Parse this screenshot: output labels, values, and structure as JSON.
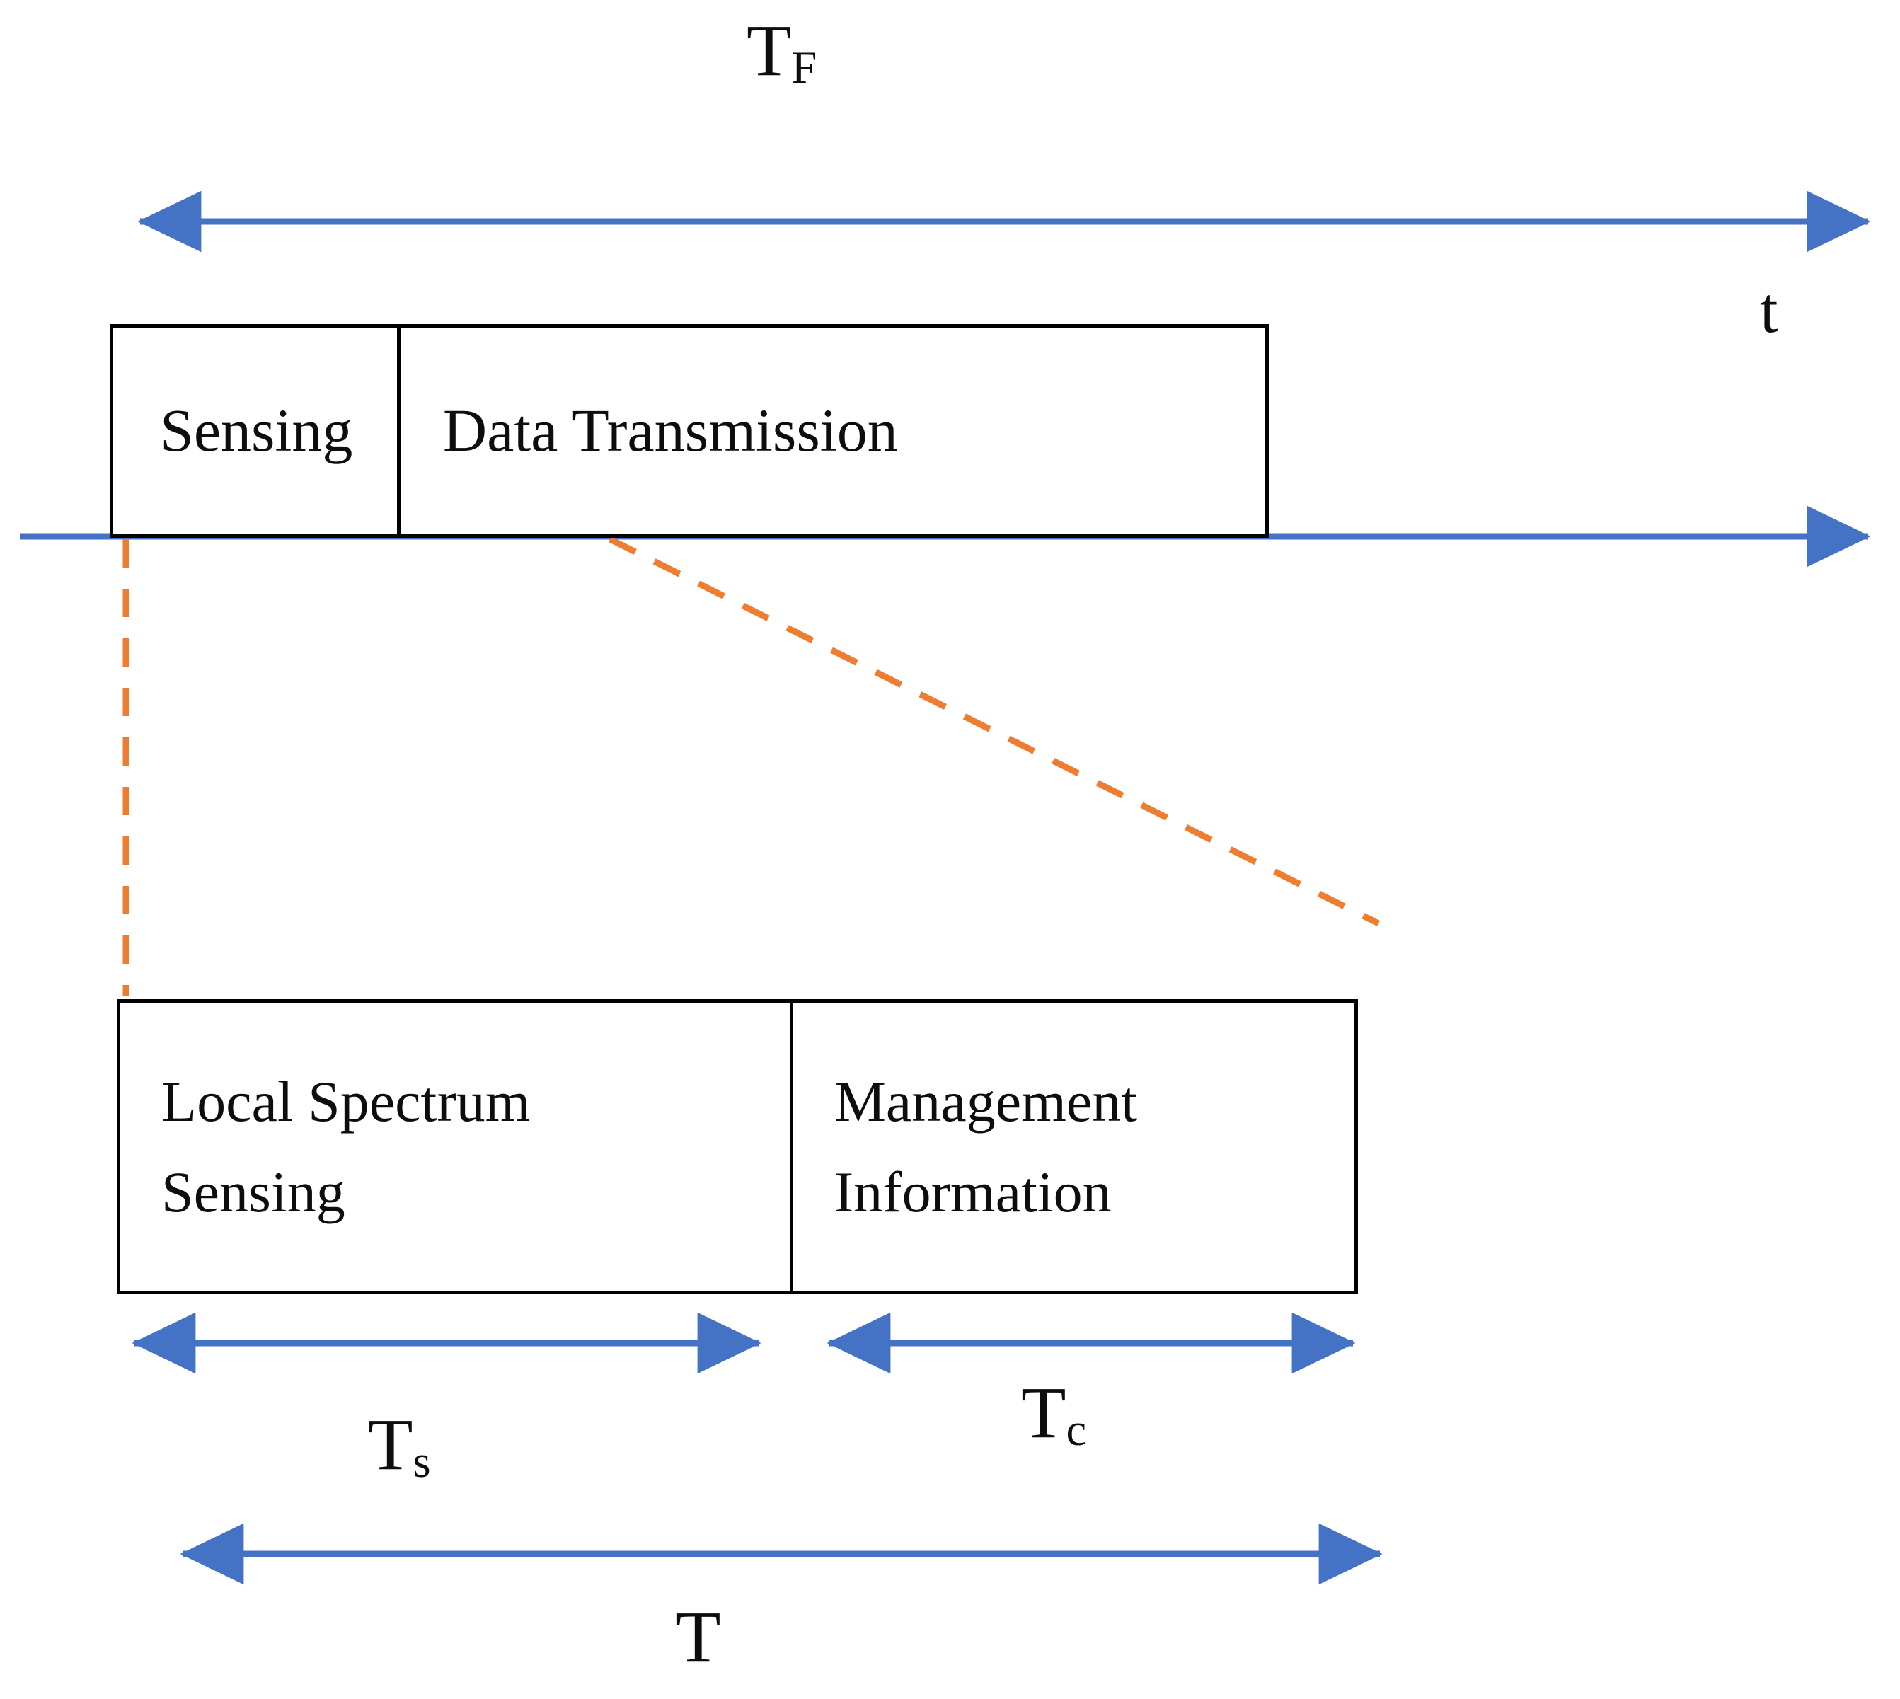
{
  "diagram": {
    "title_label": "T",
    "background_color": "#ffffff",
    "arrow_color": "#4472C4",
    "dashed_color": "#ED7D31",
    "box_border_color": "#000000",
    "text_color": "#0D0D0D"
  },
  "labels": {
    "frame_duration": {
      "base": "T",
      "sub": "F",
      "full": "TF"
    },
    "time_axis": {
      "base": "t",
      "sub": "",
      "full": "t"
    },
    "sensing_time": {
      "base": "T",
      "sub": "s",
      "full": "Ts"
    },
    "control_time": {
      "base": "T",
      "sub": "c",
      "full": "Tc"
    },
    "total_time": {
      "base": "T",
      "sub": "",
      "full": "T"
    }
  },
  "frame_row": {
    "slots": [
      {
        "name": "sensing",
        "label": "Sensing"
      },
      {
        "name": "data-transmission",
        "label": "Data Transmission"
      }
    ]
  },
  "sensing_row": {
    "slots": [
      {
        "name": "local-spectrum-sensing",
        "label": "Local Spectrum\nSensing"
      },
      {
        "name": "management-information",
        "label": "Management\nInformation"
      }
    ]
  },
  "arrows": [
    {
      "name": "frame-duration-arrow",
      "heads": "both",
      "label": "TF"
    },
    {
      "name": "time-axis-arrow",
      "heads": "right",
      "label": "t"
    },
    {
      "name": "sensing-time-arrow",
      "heads": "both",
      "label": "Ts"
    },
    {
      "name": "control-time-arrow",
      "heads": "both",
      "label": "Tc"
    },
    {
      "name": "total-time-arrow",
      "heads": "both",
      "label": "T"
    }
  ],
  "connectors": [
    {
      "name": "sensing-start-connector",
      "style": "dashed",
      "orientation": "vertical"
    },
    {
      "name": "sensing-end-connector",
      "style": "dashed",
      "orientation": "diagonal"
    }
  ]
}
